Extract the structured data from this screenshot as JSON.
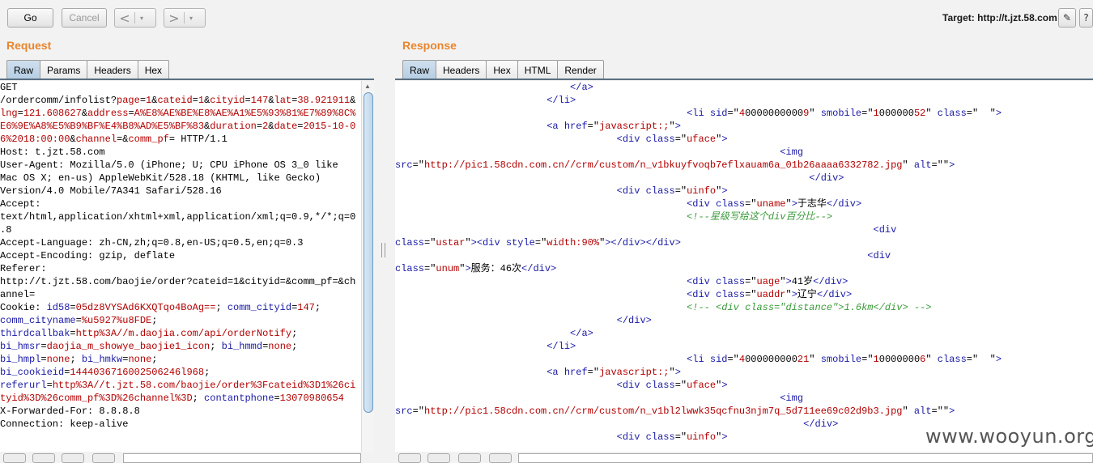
{
  "toolbar": {
    "go_label": "Go",
    "cancel_label": "Cancel",
    "back_icon": "chevron-left-icon",
    "forward_icon": "chevron-right-icon",
    "target_label": "Target: http://t.jzt.58.com",
    "edit_icon": "pencil-icon",
    "help_icon": "help-icon"
  },
  "request": {
    "title": "Request",
    "tabs": [
      "Raw",
      "Params",
      "Headers",
      "Hex"
    ],
    "active_tab": "Raw"
  },
  "response": {
    "title": "Response",
    "tabs": [
      "Raw",
      "Headers",
      "Hex",
      "HTML",
      "Render"
    ],
    "active_tab": "Raw"
  },
  "request_lines": [
    [
      [
        "GET",
        "kw"
      ]
    ],
    [
      [
        "/ordercomm/infolist?",
        "kw"
      ],
      [
        "page",
        "par"
      ],
      [
        "=",
        "kw"
      ],
      [
        "1",
        "val"
      ],
      [
        "&",
        "kw"
      ],
      [
        "cateid",
        "par"
      ],
      [
        "=",
        "kw"
      ],
      [
        "1",
        "val"
      ],
      [
        "&",
        "kw"
      ],
      [
        "cityid",
        "par"
      ],
      [
        "=",
        "kw"
      ],
      [
        "147",
        "val"
      ],
      [
        "&",
        "kw"
      ],
      [
        "lat",
        "par"
      ],
      [
        "=",
        "kw"
      ],
      [
        "38.921911",
        "val"
      ],
      [
        "&",
        "kw"
      ]
    ],
    [
      [
        "lng",
        "par"
      ],
      [
        "=",
        "kw"
      ],
      [
        "121.608627",
        "val"
      ],
      [
        "&",
        "kw"
      ],
      [
        "address",
        "par"
      ],
      [
        "=",
        "kw"
      ],
      [
        "A%E8%AE%BE%E8%AE%A1%E5%93%81%E7%89%8C%",
        "val"
      ]
    ],
    [
      [
        "E6%9E%A8%E5%B9%BF%E4%B8%AD%E5%BF%83",
        "val"
      ],
      [
        "&",
        "kw"
      ],
      [
        "duration",
        "par"
      ],
      [
        "=",
        "kw"
      ],
      [
        "2",
        "val"
      ],
      [
        "&",
        "kw"
      ],
      [
        "date",
        "par"
      ],
      [
        "=",
        "kw"
      ],
      [
        "2015-10-0",
        "val"
      ]
    ],
    [
      [
        "6%2018:00:00",
        "val"
      ],
      [
        "&",
        "kw"
      ],
      [
        "channel",
        "par"
      ],
      [
        "=",
        "kw"
      ],
      [
        "&",
        "kw"
      ],
      [
        "comm_pf",
        "par"
      ],
      [
        "= HTTP/1.1",
        "kw"
      ]
    ],
    [
      [
        "Host: t.jzt.58.com",
        "kw"
      ]
    ],
    [
      [
        "User-Agent: Mozilla/5.0 (iPhone; U; CPU iPhone OS 3_0 like",
        "kw"
      ]
    ],
    [
      [
        "Mac OS X; en-us) AppleWebKit/528.18 (KHTML, like Gecko)",
        "kw"
      ]
    ],
    [
      [
        "Version/4.0 Mobile/7A341 Safari/528.16",
        "kw"
      ]
    ],
    [
      [
        "Accept:",
        "kw"
      ]
    ],
    [
      [
        "text/html,application/xhtml+xml,application/xml;q=0.9,*/*;q=0",
        "kw"
      ]
    ],
    [
      [
        ".8",
        "kw"
      ]
    ],
    [
      [
        "Accept-Language: zh-CN,zh;q=0.8,en-US;q=0.5,en;q=0.3",
        "kw"
      ]
    ],
    [
      [
        "Accept-Encoding: gzip, deflate",
        "kw"
      ]
    ],
    [
      [
        "Referer:",
        "kw"
      ]
    ],
    [
      [
        "http://t.jzt.58.com/baojie/order?cateid=1&cityid=&comm_pf=&ch",
        "kw"
      ]
    ],
    [
      [
        "annel=",
        "kw"
      ]
    ],
    [
      [
        "Cookie: ",
        "kw"
      ],
      [
        "id58",
        "cname"
      ],
      [
        "=",
        "kw"
      ],
      [
        "05dz8VYSAd6KXQTqo4BoAg==",
        "val"
      ],
      [
        "; ",
        "kw"
      ],
      [
        "comm_cityid",
        "cname"
      ],
      [
        "=",
        "kw"
      ],
      [
        "147",
        "val"
      ],
      [
        ";",
        "kw"
      ]
    ],
    [
      [
        "comm_cityname",
        "cname"
      ],
      [
        "=",
        "kw"
      ],
      [
        "%u5927%u8FDE",
        "val"
      ],
      [
        ";",
        "kw"
      ]
    ],
    [
      [
        "thirdcallbak",
        "cname"
      ],
      [
        "=",
        "kw"
      ],
      [
        "http%3A//m.daojia.com/api/orderNotify",
        "val"
      ],
      [
        ";",
        "kw"
      ]
    ],
    [
      [
        "bi_hmsr",
        "cname"
      ],
      [
        "=",
        "kw"
      ],
      [
        "daojia_m_showye_baojie1_icon",
        "val"
      ],
      [
        "; ",
        "kw"
      ],
      [
        "bi_hmmd",
        "cname"
      ],
      [
        "=",
        "kw"
      ],
      [
        "none",
        "val"
      ],
      [
        ";",
        "kw"
      ]
    ],
    [
      [
        "bi_hmpl",
        "cname"
      ],
      [
        "=",
        "kw"
      ],
      [
        "none",
        "val"
      ],
      [
        "; ",
        "kw"
      ],
      [
        "bi_hmkw",
        "cname"
      ],
      [
        "=",
        "kw"
      ],
      [
        "none",
        "val"
      ],
      [
        ";",
        "kw"
      ]
    ],
    [
      [
        "bi_cookieid",
        "cname"
      ],
      [
        "=",
        "kw"
      ],
      [
        "1444036716002506246l968",
        "val"
      ],
      [
        ";",
        "kw"
      ]
    ],
    [
      [
        "referurl",
        "cname"
      ],
      [
        "=",
        "kw"
      ],
      [
        "http%3A//t.jzt.58.com/baojie/order%3Fcateid%3D1%26ci",
        "val"
      ]
    ],
    [
      [
        "tyid%3D%26comm_pf%3D%26channel%3D",
        "val"
      ],
      [
        "; ",
        "kw"
      ],
      [
        "contantphone",
        "cname"
      ],
      [
        "=",
        "kw"
      ],
      [
        "13070980654",
        "val"
      ]
    ],
    [
      [
        "X-Forwarded-For: 8.8.8.8",
        "kw"
      ]
    ],
    [
      [
        "Connection: keep-alive",
        "kw"
      ]
    ]
  ],
  "response_lines": [
    [
      [
        "                              ",
        "kw"
      ],
      [
        "</a>",
        "tag"
      ]
    ],
    [
      [
        "                          ",
        "kw"
      ],
      [
        "</li>",
        "tag"
      ]
    ],
    [
      [
        "                                                  ",
        "kw"
      ],
      [
        "<li ",
        "tag"
      ],
      [
        "sid",
        "tag"
      ],
      [
        "=\"",
        "kw"
      ],
      [
        "4",
        "attrv"
      ],
      [
        "0000000000",
        "blur"
      ],
      [
        "9",
        "attrv"
      ],
      [
        "\" ",
        "kw"
      ],
      [
        "smobile",
        "tag"
      ],
      [
        "=\"",
        "kw"
      ],
      [
        "1",
        "attrv"
      ],
      [
        "000000",
        "blur"
      ],
      [
        "52",
        "attrv"
      ],
      [
        "\" ",
        "kw"
      ],
      [
        "class",
        "tag"
      ],
      [
        "=\"  \"",
        "kw"
      ],
      [
        ">",
        "tag"
      ]
    ],
    [
      [
        "                          ",
        "kw"
      ],
      [
        "<a ",
        "tag"
      ],
      [
        "href",
        "tag"
      ],
      [
        "=\"",
        "kw"
      ],
      [
        "javascript:;",
        "attrv"
      ],
      [
        "\"",
        "kw"
      ],
      [
        ">",
        "tag"
      ]
    ],
    [
      [
        "                                      ",
        "kw"
      ],
      [
        "<div ",
        "tag"
      ],
      [
        "class",
        "tag"
      ],
      [
        "=\"",
        "kw"
      ],
      [
        "uface",
        "attrv"
      ],
      [
        "\"",
        "kw"
      ],
      [
        ">",
        "tag"
      ]
    ],
    [
      [
        "                                                                  ",
        "kw"
      ],
      [
        "<img",
        "tag"
      ]
    ],
    [
      [
        "src",
        "tag"
      ],
      [
        "=\"",
        "kw"
      ],
      [
        "http://pic1.58cdn.com.cn//crm/custom/n_v1bkuyfvoqb7eflxauam6a_01b26aaaa6332782.jpg",
        "attrv"
      ],
      [
        "\" ",
        "kw"
      ],
      [
        "alt",
        "tag"
      ],
      [
        "=\"\"",
        "kw"
      ],
      [
        ">",
        "tag"
      ]
    ],
    [
      [
        "                                                                       ",
        "kw"
      ],
      [
        "</div>",
        "tag"
      ]
    ],
    [
      [
        "                                      ",
        "kw"
      ],
      [
        "<div ",
        "tag"
      ],
      [
        "class",
        "tag"
      ],
      [
        "=\"",
        "kw"
      ],
      [
        "uinfo",
        "attrv"
      ],
      [
        "\"",
        "kw"
      ],
      [
        ">",
        "tag"
      ]
    ],
    [
      [
        "                                                  ",
        "kw"
      ],
      [
        "<div ",
        "tag"
      ],
      [
        "class",
        "tag"
      ],
      [
        "=\"",
        "kw"
      ],
      [
        "uname",
        "attrv"
      ],
      [
        "\"",
        "kw"
      ],
      [
        ">",
        "tag"
      ],
      [
        "于志华",
        "kw"
      ],
      [
        "</div>",
        "tag"
      ]
    ],
    [
      [
        "                                                  ",
        "kw"
      ],
      [
        "<!--星级写给这个div百分比-->",
        "comment"
      ]
    ],
    [
      [
        "                                                                                  ",
        "kw"
      ],
      [
        "<div",
        "tag"
      ]
    ],
    [
      [
        "class",
        "tag"
      ],
      [
        "=\"",
        "kw"
      ],
      [
        "ustar",
        "attrv"
      ],
      [
        "\"",
        "kw"
      ],
      [
        "><div ",
        "tag"
      ],
      [
        "style",
        "tag"
      ],
      [
        "=\"",
        "kw"
      ],
      [
        "width:90%",
        "attrv"
      ],
      [
        "\"",
        "kw"
      ],
      [
        "></div></div>",
        "tag"
      ]
    ],
    [
      [
        "                                                                                 ",
        "kw"
      ],
      [
        "<div",
        "tag"
      ]
    ],
    [
      [
        "class",
        "tag"
      ],
      [
        "=\"",
        "kw"
      ],
      [
        "unum",
        "attrv"
      ],
      [
        "\"",
        "kw"
      ],
      [
        ">",
        "tag"
      ],
      [
        "服务：46次",
        "kw"
      ],
      [
        "</div>",
        "tag"
      ]
    ],
    [
      [
        "                                                  ",
        "kw"
      ],
      [
        "<div ",
        "tag"
      ],
      [
        "class",
        "tag"
      ],
      [
        "=\"",
        "kw"
      ],
      [
        "uage",
        "attrv"
      ],
      [
        "\"",
        "kw"
      ],
      [
        ">",
        "tag"
      ],
      [
        "41岁",
        "kw"
      ],
      [
        "</div>",
        "tag"
      ]
    ],
    [
      [
        "                                                  ",
        "kw"
      ],
      [
        "<div ",
        "tag"
      ],
      [
        "class",
        "tag"
      ],
      [
        "=\"",
        "kw"
      ],
      [
        "uaddr",
        "attrv"
      ],
      [
        "\"",
        "kw"
      ],
      [
        ">",
        "tag"
      ],
      [
        "辽宁",
        "kw"
      ],
      [
        "</div>",
        "tag"
      ]
    ],
    [
      [
        "                                                  ",
        "kw"
      ],
      [
        "<!-- <div class=\"distance\">1.6km</div> -->",
        "comment"
      ]
    ],
    [
      [
        "                                      ",
        "kw"
      ],
      [
        "</div>",
        "tag"
      ]
    ],
    [
      [
        "                              ",
        "kw"
      ],
      [
        "</a>",
        "tag"
      ]
    ],
    [
      [
        "                          ",
        "kw"
      ],
      [
        "</li>",
        "tag"
      ]
    ],
    [
      [
        "                                                  ",
        "kw"
      ],
      [
        "<li ",
        "tag"
      ],
      [
        "sid",
        "tag"
      ],
      [
        "=\"",
        "kw"
      ],
      [
        "4",
        "attrv"
      ],
      [
        "000000000",
        "blur"
      ],
      [
        "21",
        "attrv"
      ],
      [
        "\" ",
        "kw"
      ],
      [
        "smobile",
        "tag"
      ],
      [
        "=\"",
        "kw"
      ],
      [
        "1",
        "attrv"
      ],
      [
        "0000000",
        "blur"
      ],
      [
        "6",
        "attrv"
      ],
      [
        "\" ",
        "kw"
      ],
      [
        "class",
        "tag"
      ],
      [
        "=\"  \"",
        "kw"
      ],
      [
        ">",
        "tag"
      ]
    ],
    [
      [
        "                          ",
        "kw"
      ],
      [
        "<a ",
        "tag"
      ],
      [
        "href",
        "tag"
      ],
      [
        "=\"",
        "kw"
      ],
      [
        "javascript:;",
        "attrv"
      ],
      [
        "\"",
        "kw"
      ],
      [
        ">",
        "tag"
      ]
    ],
    [
      [
        "                                      ",
        "kw"
      ],
      [
        "<div ",
        "tag"
      ],
      [
        "class",
        "tag"
      ],
      [
        "=\"",
        "kw"
      ],
      [
        "uface",
        "attrv"
      ],
      [
        "\"",
        "kw"
      ],
      [
        ">",
        "tag"
      ]
    ],
    [
      [
        "                                                                  ",
        "kw"
      ],
      [
        "<img",
        "tag"
      ]
    ],
    [
      [
        "src",
        "tag"
      ],
      [
        "=\"",
        "kw"
      ],
      [
        "http://pic1.58cdn.com.cn//crm/custom/n_v1bl2lwwk35qcfnu3njm7q_5d711ee69c02d9b3.jpg",
        "attrv"
      ],
      [
        "\" ",
        "kw"
      ],
      [
        "alt",
        "tag"
      ],
      [
        "=\"\"",
        "kw"
      ],
      [
        ">",
        "tag"
      ]
    ],
    [
      [
        "                                                                      ",
        "kw"
      ],
      [
        "</div>",
        "tag"
      ]
    ],
    [
      [
        "                                      ",
        "kw"
      ],
      [
        "<div ",
        "tag"
      ],
      [
        "class",
        "tag"
      ],
      [
        "=\"",
        "kw"
      ],
      [
        "uinfo",
        "attrv"
      ],
      [
        "\"",
        "kw"
      ],
      [
        ">",
        "tag"
      ]
    ]
  ],
  "watermark": "www.wooyun.org"
}
